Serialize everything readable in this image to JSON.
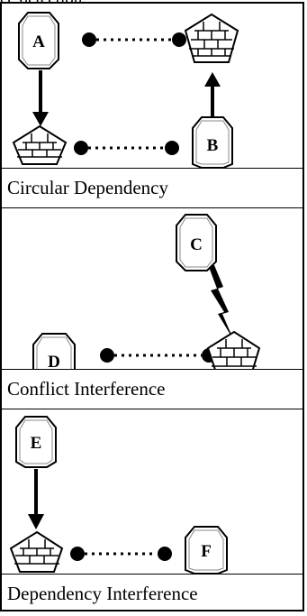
{
  "top_fragment": "ce detection.",
  "panels": [
    {
      "caption": "Circular Dependency",
      "nodes": {
        "a": "A",
        "b": "B"
      }
    },
    {
      "caption": "Conflict Interference",
      "nodes": {
        "c": "C",
        "d": "D"
      }
    },
    {
      "caption": "Dependency Interference",
      "nodes": {
        "e": "E",
        "f": "F"
      }
    }
  ]
}
